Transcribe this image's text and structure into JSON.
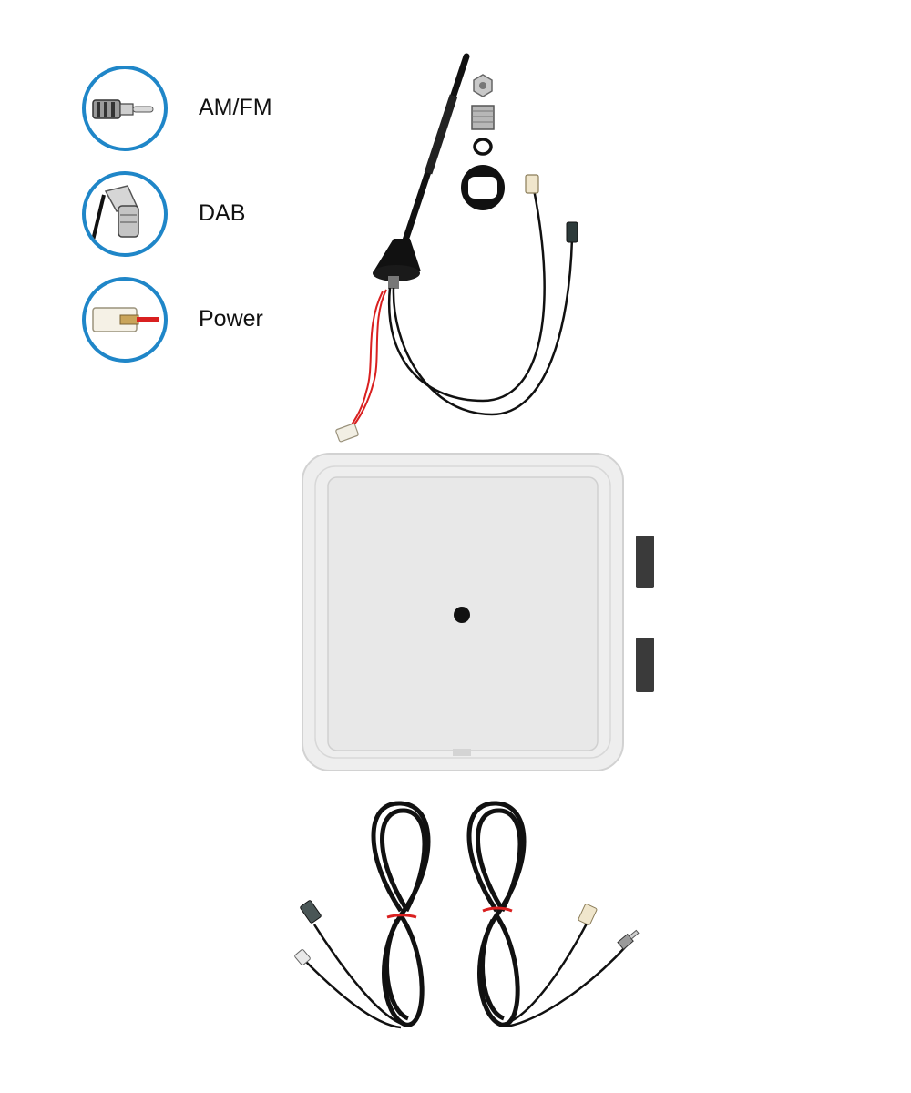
{
  "legend": {
    "items": [
      {
        "label": "AM/FM",
        "icon": "am-fm-plug-icon"
      },
      {
        "label": "DAB",
        "icon": "dab-connector-icon"
      },
      {
        "label": "Power",
        "icon": "power-connector-icon"
      }
    ]
  },
  "colors": {
    "accent": "#1f86c8",
    "cable": "#111111",
    "wire_red": "#d92020",
    "plate": "#ececec",
    "foam": "#3a3a3a"
  }
}
